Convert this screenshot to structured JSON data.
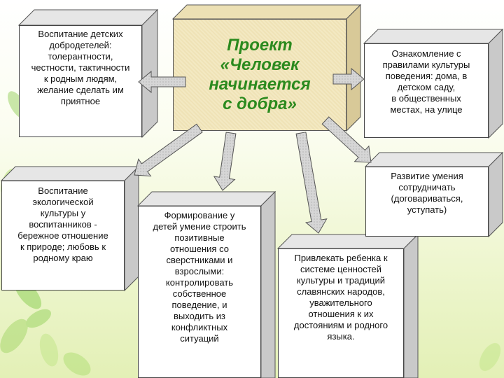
{
  "project": {
    "title": "Проект\n«Человек\nначинается\nс добра»"
  },
  "boxes": {
    "virtues": "Воспитание  детских\nдобродетелей:\nтолерантности,\nчестности,  тактичности\nк родным людям,\nжелание  сделать им\nприятное",
    "rules": "Ознакомление  с\nправилами  культуры\nповедения: дома, в\nдетском саду,\nв общественных\nместах, на улице",
    "cooperation": "Развитие умения\nсотрудничать\n(договариваться,\nуступать)",
    "ecology": "Воспитание\nэкологической\nкультуры  у\nвоспитанников  -\nбережное отношение\nк природе; любовь к\nродному краю",
    "relations": "Формирование  у\nдетей умение  строить\nпозитивные\nотношения  со\nсверстниками  и\nвзрослыми:\nконтролировать\nсобственное\nповедение, и\nвыходить из\nконфликтных\nситуаций",
    "values": "Привлекать ребенка к\nсистеме ценностей\nкультуры и традиций\nславянских  народов,\nуважительного\nотношения  к их\nдостояниям и родного\nязыка."
  },
  "colors": {
    "title": "#2b8a1e",
    "box_side": "#c9c9c9",
    "box_top": "#e6e6e6",
    "arrow": "#d4d4d4"
  }
}
